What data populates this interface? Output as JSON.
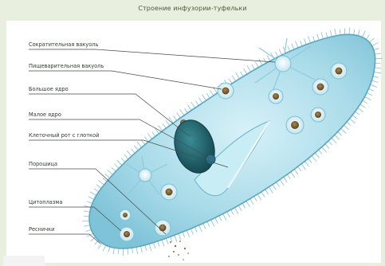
{
  "title": "Строение инфузории-туфельки",
  "labels": {
    "contractile_vacuole": "Сократительная вакуоль",
    "digestive_vacuole": "Пищеварительная вакуоль",
    "macronucleus": "Большое ядро",
    "micronucleus": "Малое ядро",
    "cell_mouth": "Клеточный рот с глоткой",
    "cytoproct": "Порошица",
    "cytoplasm": "Цитоплазма",
    "cilia": "Реснички"
  },
  "colors": {
    "frame": "#e9efde",
    "title": "#4c5a3a",
    "body": "#a9dbe9",
    "body_outline": "#5aa7bf",
    "vacuole": "#e7f7fb",
    "food_core": "#6b4f2a",
    "macronucleus": "#1f5f6a"
  }
}
